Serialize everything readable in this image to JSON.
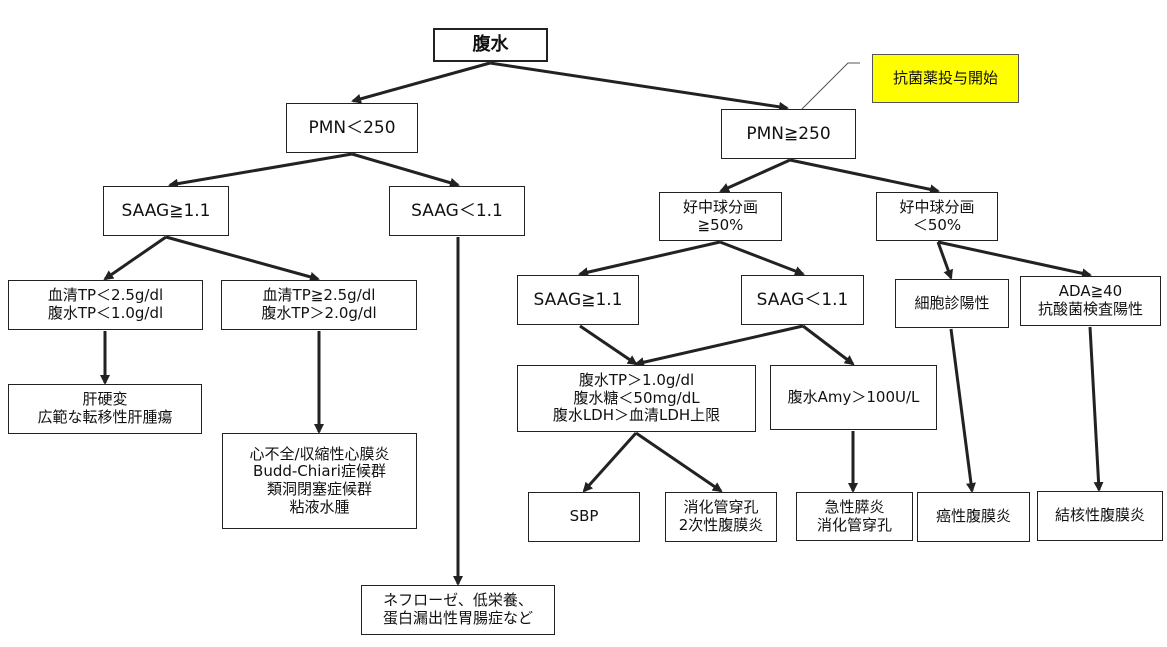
{
  "colors": {
    "line": "#222222",
    "note_fill": "#ffff00"
  },
  "nodes": {
    "root": "腹水",
    "note": "抗菌薬投与開始",
    "pmn_lt": "PMN＜250",
    "pmn_ge": "PMN≧250",
    "saag_ge_left": "SAAG≧1.1",
    "saag_lt_left": "SAAG＜1.1",
    "neut_ge": [
      "好中球分画",
      "≧50%"
    ],
    "neut_lt": [
      "好中球分画",
      "＜50%"
    ],
    "tp_low": [
      "血清TP＜2.5g/dl",
      "腹水TP＜1.0g/dl"
    ],
    "tp_high": [
      "血清TP≧2.5g/dl",
      "腹水TP＞2.0g/dl"
    ],
    "saag_ge_right": "SAAG≧1.1",
    "saag_lt_right": "SAAG＜1.1",
    "cytology": "細胞診陽性",
    "ada": [
      "ADA≧40",
      "抗酸菌検査陽性"
    ],
    "cirrhosis": [
      "肝硬変",
      "広範な転移性肝腫瘍"
    ],
    "heart": [
      "心不全/収縮性心膜炎",
      "Budd-Chiari症候群",
      "類洞閉塞症候群",
      "粘液水腫"
    ],
    "criteria": [
      "腹水TP＞1.0g/dl",
      "腹水糖＜50mg/dL",
      "腹水LDH＞血清LDH上限"
    ],
    "amy": "腹水Amy＞100U/L",
    "sbp": "SBP",
    "perforation": [
      "消化管穿孔",
      "2次性腹膜炎"
    ],
    "pancreatitis": [
      "急性膵炎",
      "消化管穿孔"
    ],
    "carcinomatous": "癌性腹膜炎",
    "tuberculous": "結核性腹膜炎",
    "nephrosis": [
      "ネフローゼ、低栄養、",
      "蛋白漏出性胃腸症など"
    ]
  }
}
